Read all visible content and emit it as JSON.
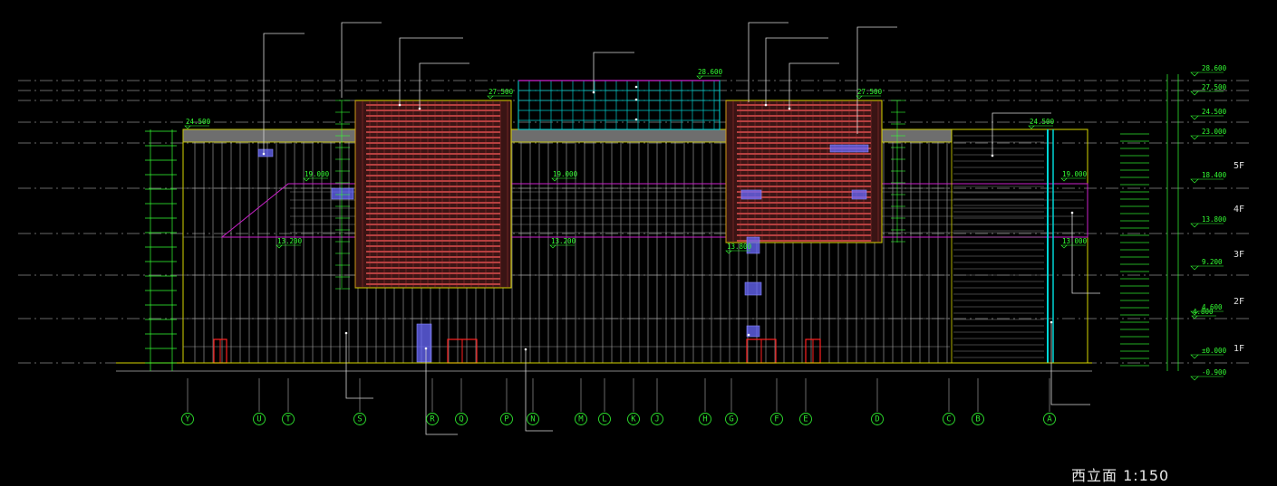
{
  "sheet": {
    "title": "西立面 1:150"
  },
  "axes": [
    "Y",
    "U",
    "T",
    "S",
    "R",
    "Q",
    "P",
    "N",
    "M",
    "L",
    "K",
    "J",
    "H",
    "G",
    "F",
    "E",
    "D",
    "C",
    "B",
    "A"
  ],
  "levels_right": [
    "28.600",
    "27.500",
    "24.500",
    "23.000",
    "18.400",
    "13.800",
    "9.200",
    "4.600",
    "±0.000",
    "-0.900"
  ],
  "levels_on_building": [
    "24.500",
    "27.500",
    "28.600",
    "27.500",
    "24.500",
    "19.000",
    "19.000",
    "19.000",
    "13.200",
    "13.200",
    "13.800",
    "13.000",
    "4.800"
  ],
  "floors": [
    "5F",
    "4F",
    "3F",
    "2F",
    "1F"
  ],
  "colors": {
    "background": "#000000",
    "outline": "#e6e600",
    "grid": "#9a9a9a",
    "screen": "#ff5a5a",
    "glass": "#00d6d6",
    "accent": "#cc22cc",
    "axis": "#2ee52e",
    "door": "#ff2020",
    "window": "#8a8aff"
  }
}
